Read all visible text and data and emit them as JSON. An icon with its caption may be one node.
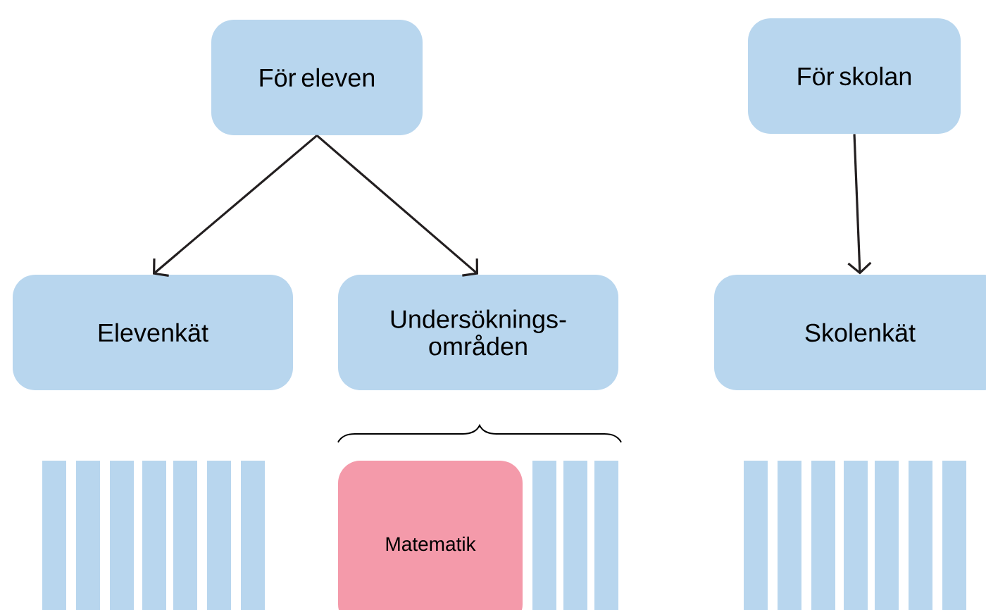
{
  "diagram": {
    "nodes": [
      {
        "text": [
          "För eleven"
        ]
      },
      {
        "text": [
          "För skolan"
        ]
      },
      {
        "text": [
          "Elevenkät"
        ]
      },
      {
        "text": [
          "Undersöknings- områden"
        ]
      },
      {
        "text": [
          "Skolenkät"
        ]
      },
      {
        "text": [],
        "shape": "bar"
      },
      {
        "text": [],
        "shape": "bar"
      },
      {
        "text": [],
        "shape": "bar"
      },
      {
        "text": [],
        "shape": "bar"
      },
      {
        "text": [],
        "shape": "bar"
      },
      {
        "text": [],
        "shape": "bar"
      },
      {
        "text": [],
        "shape": "bar"
      },
      {
        "text": [
          "Matematik"
        ]
      },
      {
        "text": [],
        "shape": "bar"
      },
      {
        "text": [],
        "shape": "bar"
      },
      {
        "text": [],
        "shape": "bar"
      },
      {
        "text": [],
        "shape": "bar"
      },
      {
        "text": [],
        "shape": "bar"
      },
      {
        "text": [],
        "shape": "bar"
      },
      {
        "text": [],
        "shape": "bar"
      },
      {
        "text": [],
        "shape": "bar"
      },
      {
        "text": [],
        "shape": "bar"
      },
      {
        "text": [],
        "shape": "bar"
      }
    ],
    "edges": [
      {
        "from": 0,
        "to": 2,
        "arrow": "to"
      },
      {
        "from": 0,
        "to": 3,
        "arrow": "to"
      },
      {
        "from": 1,
        "to": 4,
        "arrow": "to"
      }
    ]
  }
}
